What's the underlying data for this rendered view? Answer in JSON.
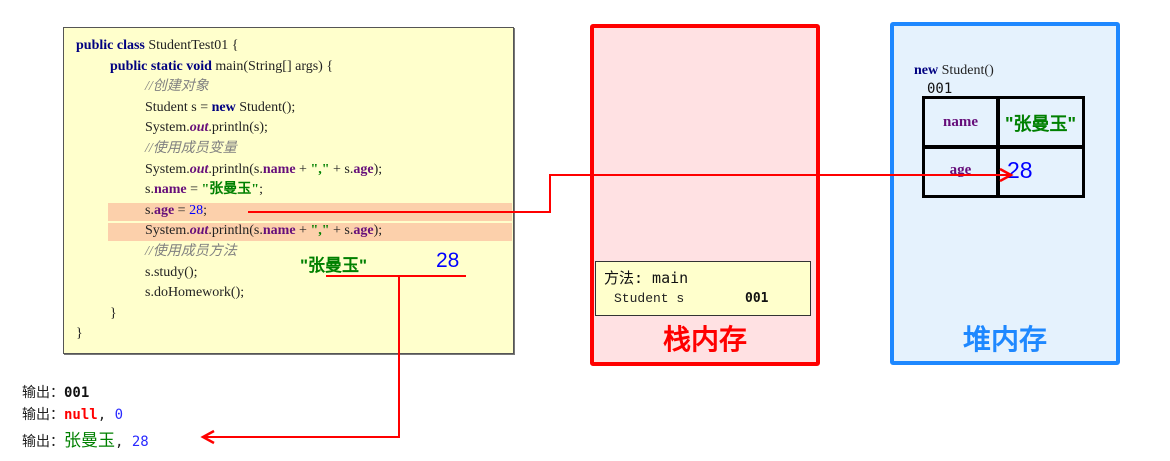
{
  "code": {
    "lines": [
      {
        "indent": 0,
        "parts": [
          {
            "t": "public class ",
            "c": "kw"
          },
          {
            "t": "StudentTest01 {",
            "c": ""
          }
        ]
      },
      {
        "indent": 1,
        "parts": [
          {
            "t": "public static void ",
            "c": "kw"
          },
          {
            "t": "main(String[] args) {",
            "c": ""
          }
        ]
      },
      {
        "indent": 2,
        "parts": [
          {
            "t": "//创建对象",
            "c": "cmt"
          }
        ]
      },
      {
        "indent": 2,
        "parts": [
          {
            "t": "Student s = ",
            "c": ""
          },
          {
            "t": "new ",
            "c": "kw"
          },
          {
            "t": "Student();",
            "c": ""
          }
        ]
      },
      {
        "indent": 2,
        "parts": [
          {
            "t": "System.",
            "c": ""
          },
          {
            "t": "out",
            "c": "static"
          },
          {
            "t": ".println(s);",
            "c": ""
          }
        ]
      },
      {
        "indent": 2,
        "parts": [
          {
            "t": "//使用成员变量",
            "c": "cmt"
          }
        ]
      },
      {
        "indent": 2,
        "parts": [
          {
            "t": "System.",
            "c": ""
          },
          {
            "t": "out",
            "c": "static"
          },
          {
            "t": ".println(s.",
            "c": ""
          },
          {
            "t": "name",
            "c": "field"
          },
          {
            "t": " + ",
            "c": ""
          },
          {
            "t": "\",\"",
            "c": "str"
          },
          {
            "t": " + s.",
            "c": ""
          },
          {
            "t": "age",
            "c": "field"
          },
          {
            "t": ");",
            "c": ""
          }
        ]
      },
      {
        "indent": 2,
        "parts": [
          {
            "t": "s.",
            "c": ""
          },
          {
            "t": "name",
            "c": "field"
          },
          {
            "t": " = ",
            "c": ""
          },
          {
            "t": "\"张曼玉\"",
            "c": "str"
          },
          {
            "t": ";",
            "c": ""
          }
        ]
      },
      {
        "indent": 2,
        "parts": [
          {
            "t": "s.",
            "c": ""
          },
          {
            "t": "age",
            "c": "field"
          },
          {
            "t": " = ",
            "c": ""
          },
          {
            "t": "28",
            "c": "num"
          },
          {
            "t": ";",
            "c": ""
          }
        ],
        "highlight": true
      },
      {
        "indent": 2,
        "parts": [
          {
            "t": "System.",
            "c": ""
          },
          {
            "t": "out",
            "c": "static"
          },
          {
            "t": ".println(s.",
            "c": ""
          },
          {
            "t": "name",
            "c": "field"
          },
          {
            "t": " + ",
            "c": ""
          },
          {
            "t": "\",\"",
            "c": "str"
          },
          {
            "t": " + s.",
            "c": ""
          },
          {
            "t": "age",
            "c": "field"
          },
          {
            "t": ");",
            "c": ""
          }
        ],
        "highlight": true
      },
      {
        "indent": 2,
        "parts": [
          {
            "t": "//使用成员方法",
            "c": "cmt"
          }
        ]
      },
      {
        "indent": 2,
        "parts": [
          {
            "t": "s.study();",
            "c": ""
          }
        ]
      },
      {
        "indent": 2,
        "parts": [
          {
            "t": "s.doHomework();",
            "c": ""
          }
        ]
      },
      {
        "indent": 1,
        "parts": [
          {
            "t": "}",
            "c": ""
          }
        ]
      },
      {
        "indent": 0,
        "parts": [
          {
            "t": "}",
            "c": ""
          }
        ]
      }
    ]
  },
  "annotation": {
    "name_value": "\"张曼玉\"",
    "age_value": "28"
  },
  "stack": {
    "label": "栈内存",
    "frame": {
      "method": "方法: main",
      "variable": "Student s",
      "address": "001"
    }
  },
  "heap": {
    "label": "堆内存",
    "constructor_kw": "new",
    "constructor_rest": " Student()",
    "address": "001",
    "fields": [
      {
        "name": "name",
        "value": "\"张曼玉\""
      },
      {
        "name": "age",
        "value": "28"
      }
    ]
  },
  "output": {
    "label": "输出：",
    "lines": [
      {
        "parts": [
          {
            "t": "001",
            "color": "#111111",
            "bold": true
          }
        ]
      },
      {
        "parts": [
          {
            "t": "null",
            "color": "#ff0000",
            "bold": true
          },
          {
            "t": ", ",
            "color": "#222222",
            "bold": false
          },
          {
            "t": "0",
            "color": "#2a2aff",
            "bold": false
          }
        ]
      },
      {
        "parts": [
          {
            "t": "张曼玉",
            "color": "#008000",
            "bold": false,
            "cjk": true
          },
          {
            "t": ", ",
            "color": "#222222",
            "bold": false
          },
          {
            "t": "28",
            "color": "#2a2aff",
            "bold": false
          }
        ]
      }
    ]
  },
  "colors": {
    "arrow": "#ff0000",
    "stack_border": "#ff0000",
    "heap_border": "#1e88ff",
    "code_bg": "#ffffcc",
    "highlight": "#fcd0ab"
  }
}
